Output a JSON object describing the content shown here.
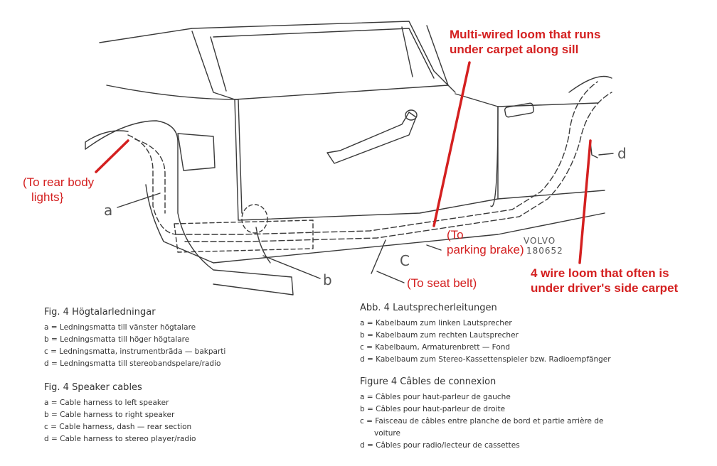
{
  "annotations": {
    "multi_wired_loom": [
      "Multi-wired loom that runs",
      "under carpet along sill"
    ],
    "rear_body_lights": [
      "(To rear body",
      "lights}"
    ],
    "parking_brake": [
      "(To",
      "parking brake)"
    ],
    "seat_belt": "(To seat belt)",
    "four_wire_loom": [
      "4 wire loom that often is",
      "under driver's side carpet"
    ]
  },
  "diagram_labels": {
    "a": "a",
    "b": "b",
    "c": "C",
    "d": "d",
    "volvo": "VOLVO",
    "part_no": "180652"
  },
  "legends": {
    "swedish": {
      "title": "Fig. 4  Högtalarledningar",
      "items": [
        "a = Ledningsmatta till vänster högtalare",
        "b = Ledningsmatta till höger högtalare",
        "c = Ledningsmatta, instrumentbräda — bakparti",
        "d = Ledningsmatta till stereobandspelare/radio"
      ]
    },
    "english": {
      "title": "Fig. 4  Speaker cables",
      "items": [
        "a = Cable harness to left speaker",
        "b = Cable harness to right speaker",
        "c = Cable harness, dash — rear section",
        "d = Cable harness to stereo player/radio"
      ]
    },
    "german": {
      "title": "Abb. 4  Lautsprecherleitungen",
      "items": [
        "a = Kabelbaum zum linken Lautsprecher",
        "b = Kabelbaum zum rechten Lautsprecher",
        "c = Kabelbaum, Armaturenbrett — Fond",
        "d = Kabelbaum zum Stereo-Kassettenspieler bzw. Radioempfänger"
      ]
    },
    "french": {
      "title": "Figure 4  Câbles de connexion",
      "items": [
        "a = Câbles pour haut-parleur de gauche",
        "b = Câbles pour haut-parleur de droite",
        "c = Faisceau de câbles entre planche de bord et partie arrière de",
        "      voiture",
        "d = Câbles pour radio/lecteur de cassettes"
      ]
    }
  },
  "colors": {
    "annotation_red": "#d42020",
    "line_art": "#3a3a3a",
    "legend_text": "#333333"
  }
}
